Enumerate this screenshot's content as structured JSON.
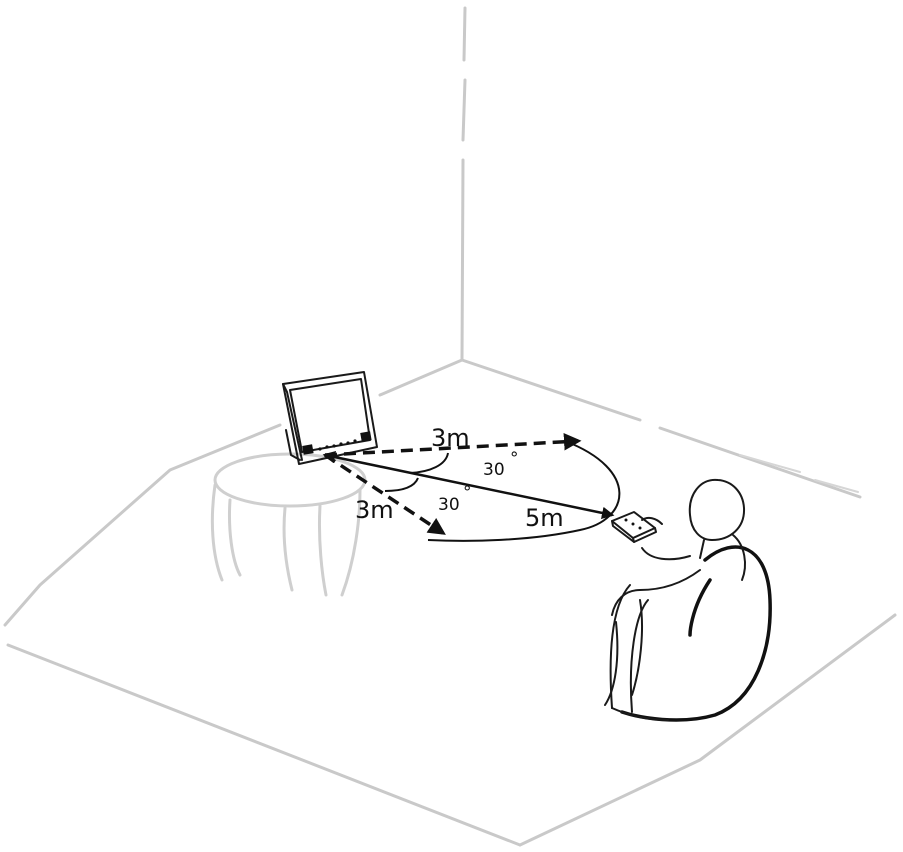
{
  "labels": {
    "distance_upper": "3m",
    "distance_lower": "3m",
    "distance_center": "5m",
    "angle_upper": "30",
    "angle_lower": "30",
    "degree_symbol": "°"
  },
  "colors": {
    "ink": "#111111",
    "room_lines": "#c9c9c9",
    "background": "#ffffff"
  },
  "icons": [
    "monitor-icon",
    "remote-control-icon",
    "seated-person-icon",
    "armchair-icon",
    "side-table-icon"
  ]
}
